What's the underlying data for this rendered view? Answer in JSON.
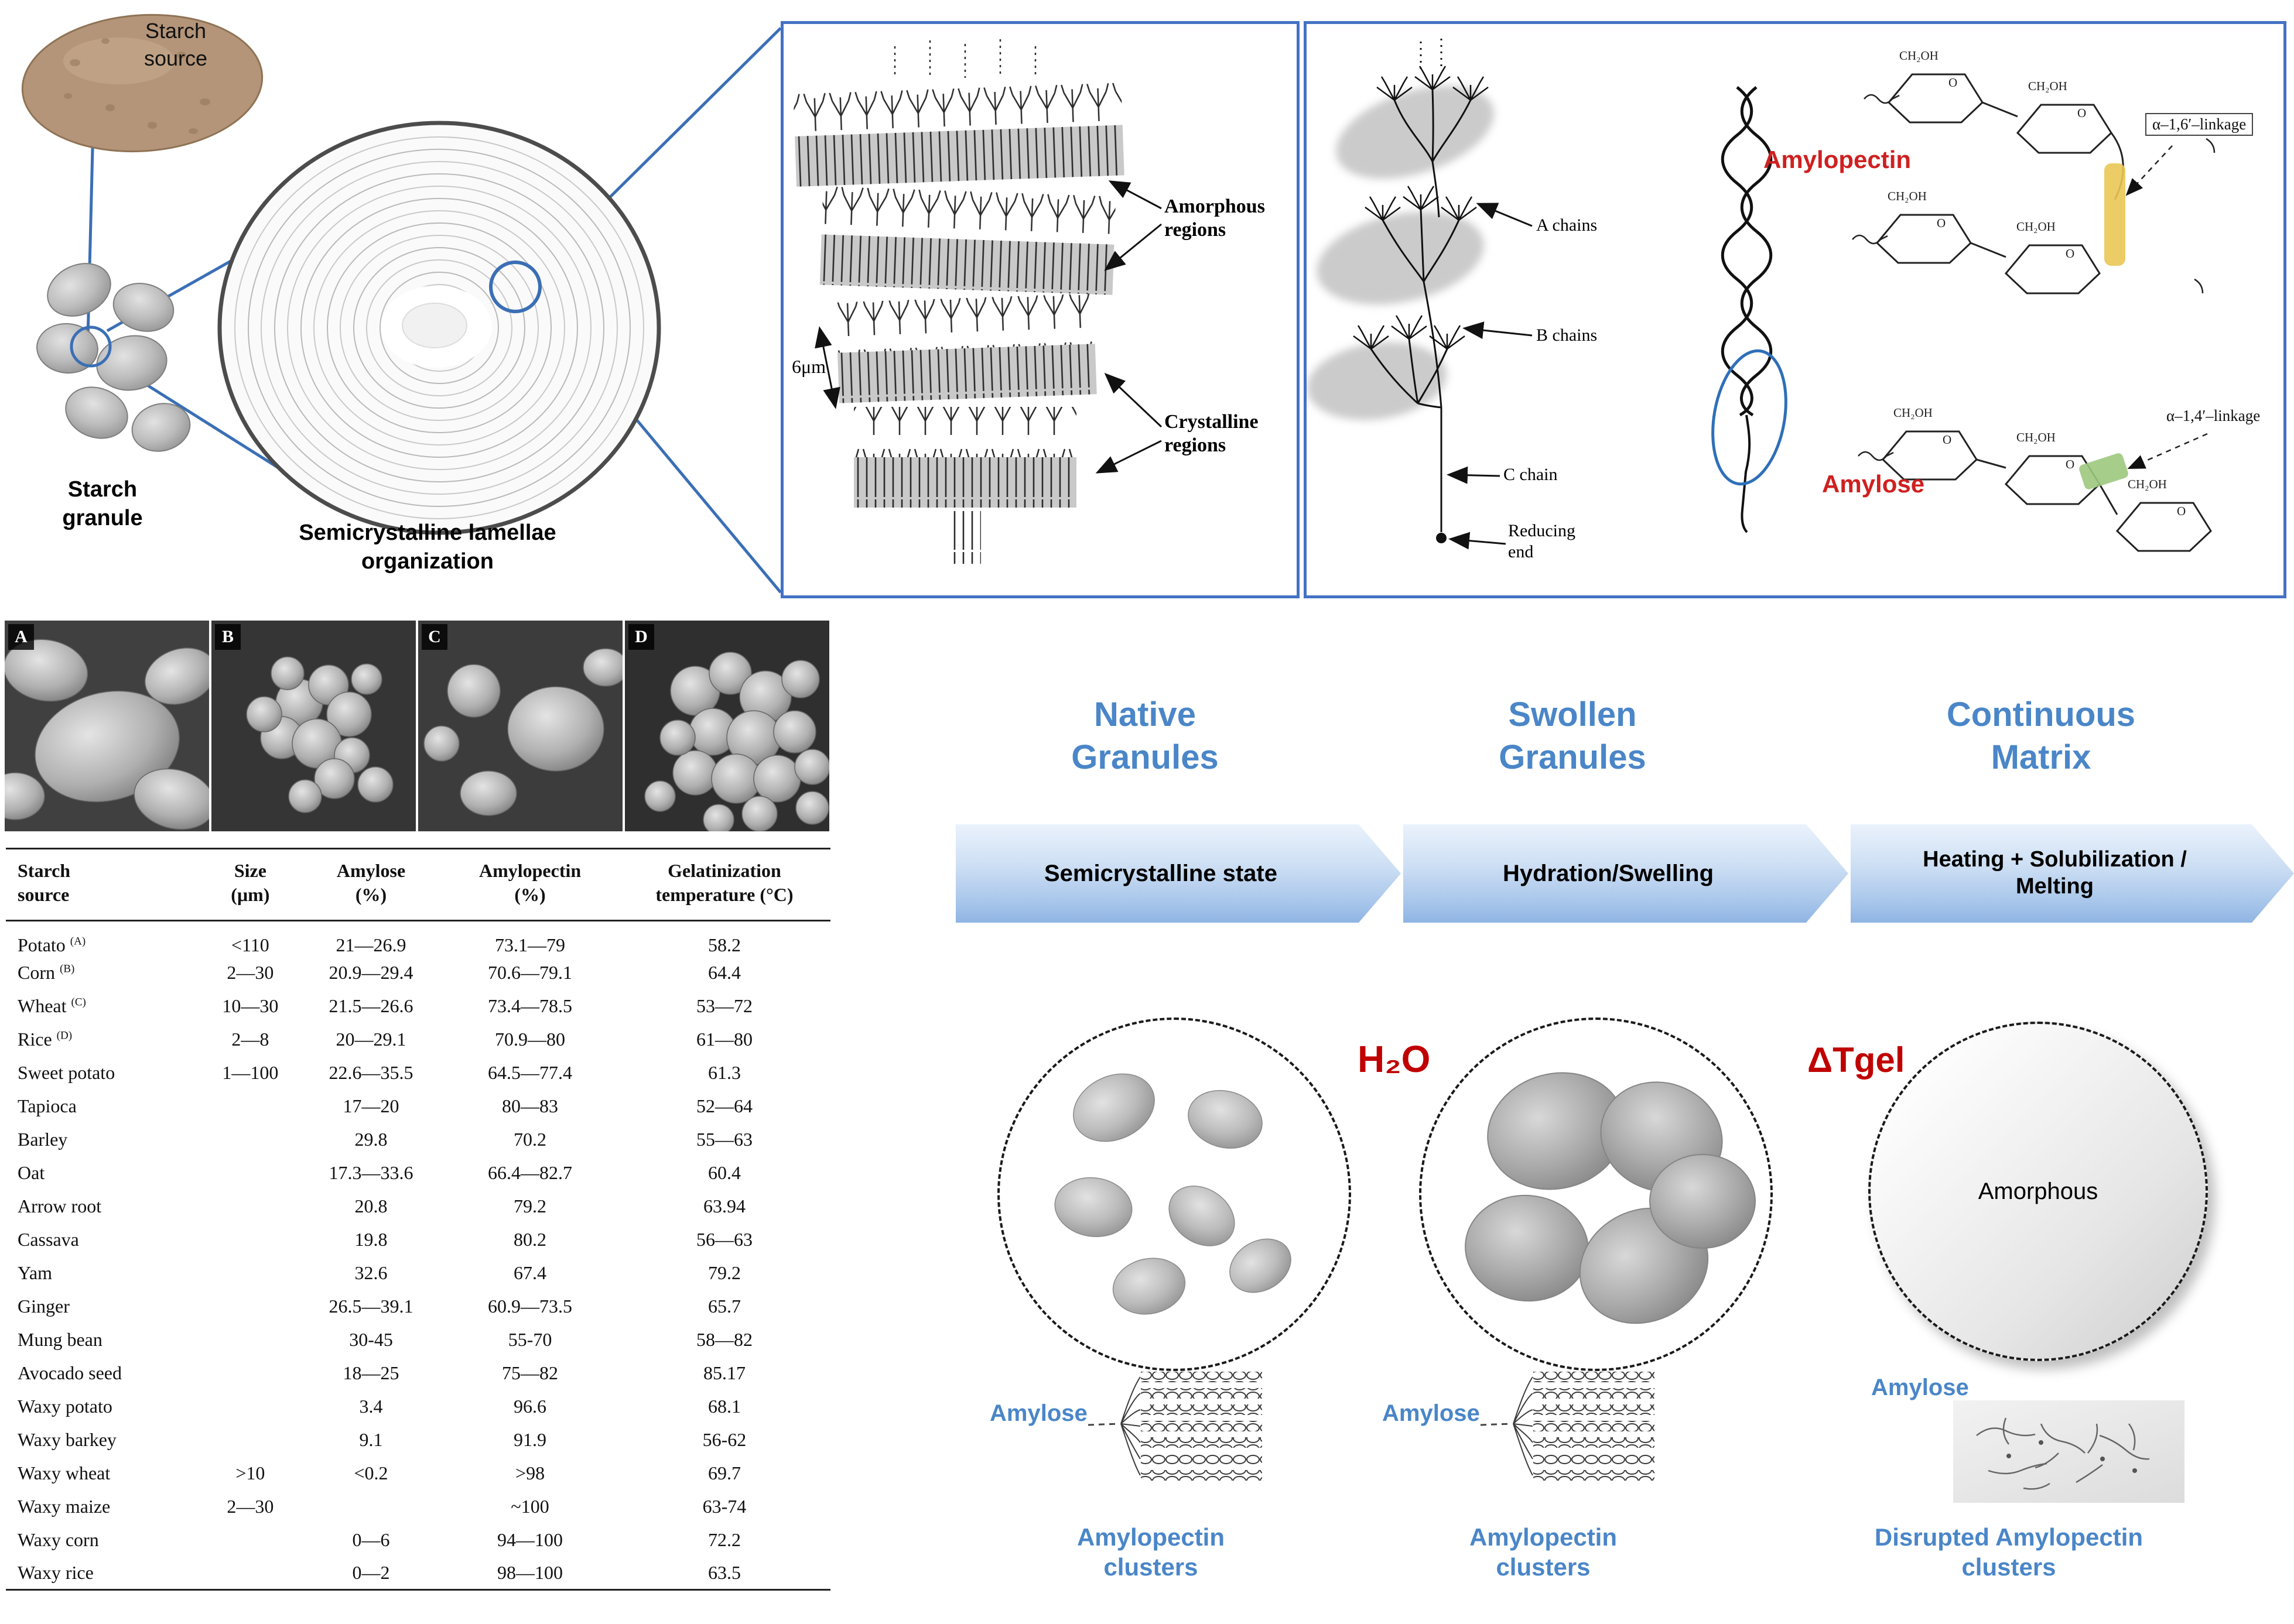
{
  "colors": {
    "box_border_blue": "#4472c4",
    "connector_blue": "#3a6fb5",
    "label_blue": "#4a86c8",
    "red_accent": "#c00000",
    "red_label": "#cf2020"
  },
  "top_left": {
    "starch_source": [
      "Starch",
      "source"
    ],
    "starch_granule": [
      "Starch",
      "granule"
    ],
    "lamellae_caption": [
      "Semicrystalline lamellae",
      "organization"
    ]
  },
  "lamellae_box": {
    "scale": "6μm",
    "amorphous": [
      "Amorphous",
      "regions"
    ],
    "crystalline": [
      "Crystalline",
      "regions"
    ]
  },
  "chains_box": {
    "a_chains": "A chains",
    "b_chains": "B chains",
    "c_chain": "C chain",
    "reducing_end": [
      "Reducing",
      "end"
    ],
    "amylopectin": "Amylopectin",
    "amylose": "Amylose",
    "linkage_16": "α–1,6′–linkage",
    "linkage_14": "α–1,4′–linkage",
    "chem": {
      "o": "O",
      "ch2oh": "CH₂OH"
    }
  },
  "sem": {
    "panels": [
      "A",
      "B",
      "C",
      "D"
    ]
  },
  "table": {
    "headers": [
      [
        "Starch",
        "source"
      ],
      [
        "Size",
        "(μm)"
      ],
      [
        "Amylose",
        "(%)"
      ],
      [
        "Amylopectin",
        "(%)"
      ],
      [
        "Gelatinization",
        "temperature (°C)"
      ]
    ],
    "rows": [
      {
        "name": "Potato",
        "sup": "(A)",
        "size": "<110",
        "amylose": "21—26.9",
        "amylopectin": "73.1—79",
        "temp": "58.2"
      },
      {
        "name": "Corn",
        "sup": "(B)",
        "size": "2—30",
        "amylose": "20.9—29.4",
        "amylopectin": "70.6—79.1",
        "temp": "64.4"
      },
      {
        "name": "Wheat",
        "sup": "(C)",
        "size": "10—30",
        "amylose": "21.5—26.6",
        "amylopectin": "73.4—78.5",
        "temp": "53—72"
      },
      {
        "name": "Rice",
        "sup": "(D)",
        "size": "2—8",
        "amylose": "20—29.1",
        "amylopectin": "70.9—80",
        "temp": "61—80"
      },
      {
        "name": "Sweet potato",
        "sup": "",
        "size": "1—100",
        "amylose": "22.6—35.5",
        "amylopectin": "64.5—77.4",
        "temp": "61.3"
      },
      {
        "name": "Tapioca",
        "sup": "",
        "size": "",
        "amylose": "17—20",
        "amylopectin": "80—83",
        "temp": "52—64"
      },
      {
        "name": "Barley",
        "sup": "",
        "size": "",
        "amylose": "29.8",
        "amylopectin": "70.2",
        "temp": "55—63"
      },
      {
        "name": "Oat",
        "sup": "",
        "size": "",
        "amylose": "17.3—33.6",
        "amylopectin": "66.4—82.7",
        "temp": "60.4"
      },
      {
        "name": "Arrow root",
        "sup": "",
        "size": "",
        "amylose": "20.8",
        "amylopectin": "79.2",
        "temp": "63.94"
      },
      {
        "name": "Cassava",
        "sup": "",
        "size": "",
        "amylose": "19.8",
        "amylopectin": "80.2",
        "temp": "56—63"
      },
      {
        "name": "Yam",
        "sup": "",
        "size": "",
        "amylose": "32.6",
        "amylopectin": "67.4",
        "temp": "79.2"
      },
      {
        "name": "Ginger",
        "sup": "",
        "size": "",
        "amylose": "26.5—39.1",
        "amylopectin": "60.9—73.5",
        "temp": "65.7"
      },
      {
        "name": "Mung bean",
        "sup": "",
        "size": "",
        "amylose": "30-45",
        "amylopectin": "55-70",
        "temp": "58—82"
      },
      {
        "name": "Avocado seed",
        "sup": "",
        "size": "",
        "amylose": "18—25",
        "amylopectin": "75—82",
        "temp": "85.17"
      },
      {
        "name": "Waxy potato",
        "sup": "",
        "size": "",
        "amylose": "3.4",
        "amylopectin": "96.6",
        "temp": "68.1"
      },
      {
        "name": "Waxy barkey",
        "sup": "",
        "size": "",
        "amylose": "9.1",
        "amylopectin": "91.9",
        "temp": "56-62"
      },
      {
        "name": "Waxy wheat",
        "sup": "",
        "size": ">10",
        "amylose": "<0.2",
        "amylopectin": ">98",
        "temp": "69.7"
      },
      {
        "name": "Waxy maize",
        "sup": "",
        "size": "2—30",
        "amylose": "",
        "amylopectin": "~100",
        "temp": "63-74"
      },
      {
        "name": "Waxy corn",
        "sup": "",
        "size": "",
        "amylose": "0—6",
        "amylopectin": "94—100",
        "temp": "72.2"
      },
      {
        "name": "Waxy rice",
        "sup": "",
        "size": "",
        "amylose": "0—2",
        "amylopectin": "98—100",
        "temp": "63.5"
      }
    ]
  },
  "flow": {
    "titles": [
      [
        "Native",
        "Granules"
      ],
      [
        "Swollen",
        "Granules"
      ],
      [
        "Continuous",
        "Matrix"
      ]
    ],
    "arrows": [
      {
        "label": "Semicrystalline state"
      },
      {
        "label": "Hydration/Swelling"
      },
      {
        "line1": "Heating + Solubilization /",
        "line2": "Melting"
      }
    ],
    "h2o": "H₂O",
    "dtgel": "ΔTgel",
    "amorphous": "Amorphous",
    "amylose": "Amylose",
    "amylopectin_clusters": [
      "Amylopectin",
      "clusters"
    ],
    "disrupted_clusters": [
      "Disrupted Amylopectin",
      "clusters"
    ]
  }
}
